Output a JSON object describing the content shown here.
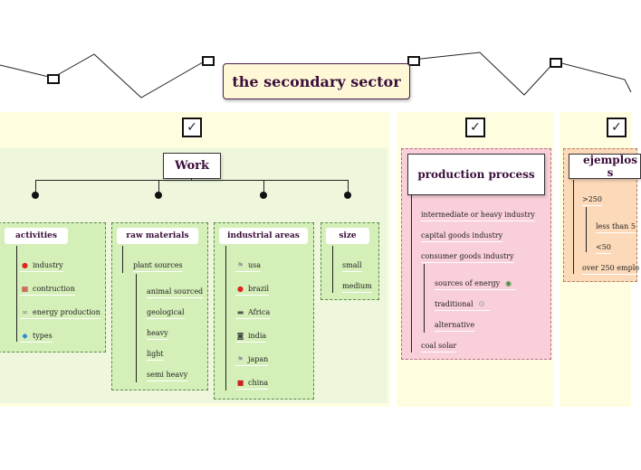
{
  "central_title": "the secondary sector",
  "check_glyph": "✓",
  "work": {
    "title": "Work",
    "groups": {
      "activities": {
        "title": "activities",
        "items": [
          {
            "label": "industry",
            "icon": "pin-icon"
          },
          {
            "label": "contruction",
            "icon": "calendar-icon"
          },
          {
            "label": "energy production",
            "icon": "link-icon"
          },
          {
            "label": "types",
            "icon": "bird-icon"
          }
        ]
      },
      "raw_materials": {
        "title": "raw materials",
        "parent": "plant sources",
        "items": [
          "animal sourced",
          "geological",
          "heavy",
          "light",
          "semi heavy"
        ]
      },
      "industrial_areas": {
        "title": "industrial areas",
        "items": [
          {
            "label": "usa",
            "icon": "flag-icon"
          },
          {
            "label": "brazil",
            "icon": "pin-icon"
          },
          {
            "label": "Africa",
            "icon": "monitor-icon"
          },
          {
            "label": "india",
            "icon": "camera-icon"
          },
          {
            "label": "japan",
            "icon": "flag-icon"
          },
          {
            "label": "china",
            "icon": "toolbox-icon"
          }
        ]
      },
      "size": {
        "title": "size",
        "items": [
          "small",
          "medium"
        ]
      }
    }
  },
  "production": {
    "title": "production process",
    "items": [
      "intermediate or heavy industry",
      "capital goods industry",
      "consumer goods industry"
    ],
    "sub_items": [
      {
        "label": "sources of energy",
        "icon": "map-pin-icon"
      },
      {
        "label": "traditional",
        "icon": "face-icon"
      },
      {
        "label": "alternative",
        "icon": ""
      }
    ],
    "last_item": "coal solar"
  },
  "ejemplos": {
    "title": "ejemplos s",
    "item1": ">250",
    "sub1": "less than 5",
    "sub2": "<50",
    "item2": "over 250 emplo"
  },
  "colors": {
    "panel": "#fffde0",
    "green_inner": "#eef7dc",
    "green_group": "#d4efb8",
    "pink_group": "#f9cfd9",
    "peach_group": "#fcd9b8",
    "title_text": "#3b0f3b"
  }
}
